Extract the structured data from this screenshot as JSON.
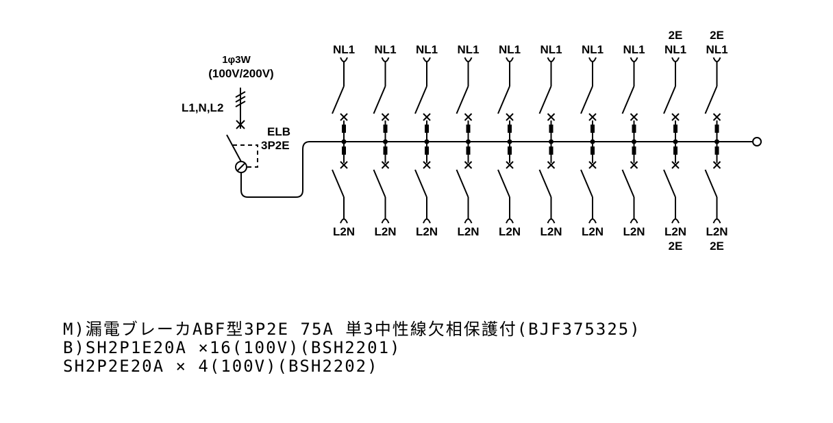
{
  "supply": {
    "phase": "1φ3W",
    "voltage": "(100V/200V)",
    "conductors": "L1,N,L2"
  },
  "main_breaker": {
    "name": "ELB",
    "poles": "3P2E"
  },
  "branches_top": [
    {
      "top": "",
      "label": "NL1"
    },
    {
      "top": "",
      "label": "NL1"
    },
    {
      "top": "",
      "label": "NL1"
    },
    {
      "top": "",
      "label": "NL1"
    },
    {
      "top": "",
      "label": "NL1"
    },
    {
      "top": "",
      "label": "NL1"
    },
    {
      "top": "",
      "label": "NL1"
    },
    {
      "top": "",
      "label": "NL1"
    },
    {
      "top": "2E",
      "label": "NL1"
    },
    {
      "top": "2E",
      "label": "NL1"
    }
  ],
  "branches_bottom": [
    {
      "label": "L2N",
      "sub": ""
    },
    {
      "label": "L2N",
      "sub": ""
    },
    {
      "label": "L2N",
      "sub": ""
    },
    {
      "label": "L2N",
      "sub": ""
    },
    {
      "label": "L2N",
      "sub": ""
    },
    {
      "label": "L2N",
      "sub": ""
    },
    {
      "label": "L2N",
      "sub": ""
    },
    {
      "label": "L2N",
      "sub": ""
    },
    {
      "label": "L2N",
      "sub": "2E"
    },
    {
      "label": "L2N",
      "sub": "2E"
    }
  ],
  "spec_lines": [
    "M)漏電ブレーカABF型3P2E  75A  単3中性線欠相保護付(BJF375325)",
    "B)SH2P1E20A  ×16(100V)(BSH2201)",
    "  SH2P2E20A  × 4(100V)(BSH2202)"
  ]
}
